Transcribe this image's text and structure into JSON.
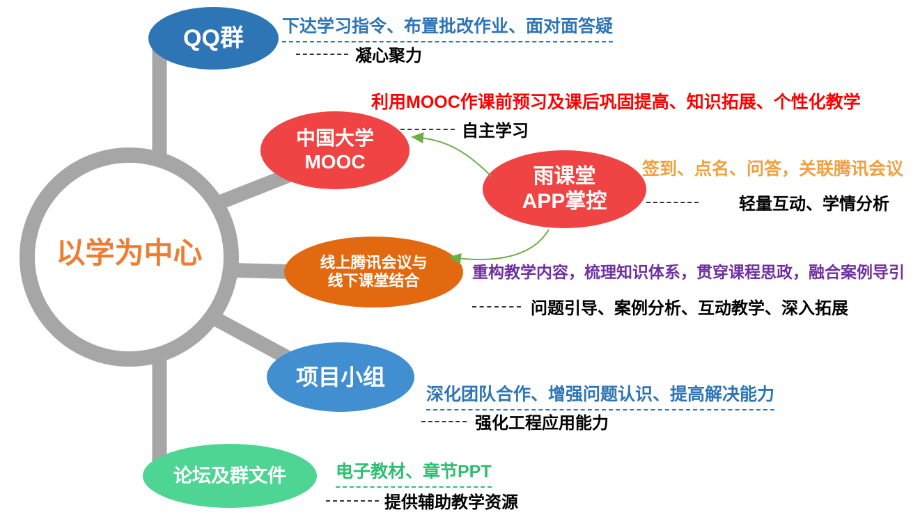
{
  "center": {
    "label": "以学为中心"
  },
  "nodes": {
    "qq": {
      "label": "QQ群",
      "annotation": "下达学习指令、布置批改作业、面对面答疑",
      "result": "凝心聚力"
    },
    "mooc": {
      "label": "中国大学\nMOOC",
      "annotation": "利用MOOC作课前预习及课后巩固提高、知识拓展、个性化教学",
      "result": "自主学习"
    },
    "rain": {
      "label": "雨课堂\nAPP掌控",
      "annotation": "签到、点名、问答，关联腾讯会议",
      "result": "轻量互动、学情分析"
    },
    "tencent": {
      "label": "线上腾讯会议与\n线下课堂结合",
      "annotation": "重构教学内容，梳理知识体系，贯穿课程思政，融合案例导引",
      "result": "问题引导、案例分析、互动教学、深入拓展"
    },
    "project": {
      "label": "项目小组",
      "annotation": "深化团队合作、增强问题认识、提高解决能力",
      "result": "强化工程应用能力"
    },
    "forum": {
      "label": "论坛及群文件",
      "annotation": "电子教材、章节PPT",
      "result": "提供辅助教学资源"
    }
  },
  "colors": {
    "connector": "#A6A6A6",
    "center_text": "#ED7D31",
    "qq_fill": "#2E75B6",
    "red_fill": "#F04343",
    "orange_fill": "#E2690F",
    "project_fill": "#418FD0",
    "green_fill": "#4ED593",
    "qq_annotation": "#2E75B6",
    "mooc_annotation": "#FF0000",
    "rain_annotation": "#F0A03C",
    "tencent_annotation": "#7030A0",
    "project_annotation": "#2E75B6",
    "forum_annotation": "#2DBE71",
    "arrow": "#70AD47"
  }
}
